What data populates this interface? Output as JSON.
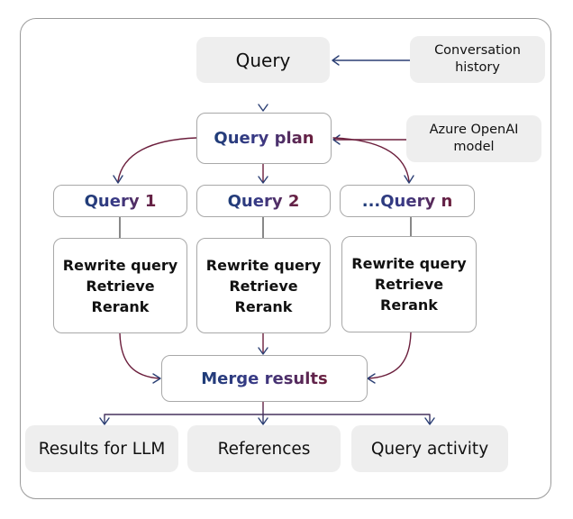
{
  "query": "Query",
  "conversation_history": "Conversation\nhistory",
  "query_plan": "Query plan",
  "model": "Azure OpenAI\nmodel",
  "subqueries": [
    {
      "label": "Query 1",
      "steps": [
        "Rewrite query",
        "Retrieve",
        "Rerank"
      ]
    },
    {
      "label": "Query 2",
      "steps": [
        "Rewrite query",
        "Retrieve",
        "Rerank"
      ]
    },
    {
      "label": "...Query n",
      "steps": [
        "Rewrite query",
        "Retrieve",
        "Rerank"
      ]
    }
  ],
  "merge": "Merge results",
  "outputs": [
    "Results for LLM",
    "References",
    "Query activity"
  ],
  "colors": {
    "navy": "#2b3f74",
    "maroon": "#6b1e3c",
    "box_gray": "#eeeeee",
    "border": "#a8a8a8"
  }
}
